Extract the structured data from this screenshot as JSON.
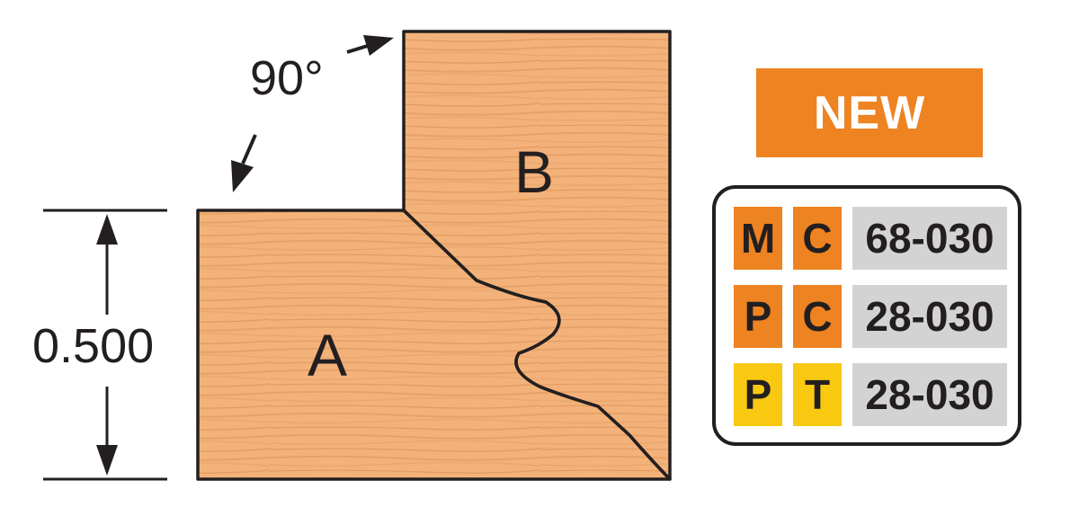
{
  "diagram": {
    "angle_label": "90°",
    "dimension_label": "0.500",
    "piece_a_label": "A",
    "piece_b_label": "B"
  },
  "badge": {
    "label": "NEW",
    "color": "#ee8322"
  },
  "colors": {
    "wood": "#f3b27a",
    "wood_grain": "#e39a5f",
    "orange_cell": "#ee8322",
    "yellow_cell": "#f9c912",
    "code_bg": "#d3d3d3",
    "ink": "#231f20"
  },
  "codes": [
    {
      "letter1": "M",
      "letter2": "C",
      "code": "68-030",
      "cell_color": "#ee8322"
    },
    {
      "letter1": "P",
      "letter2": "C",
      "code": "28-030",
      "cell_color": "#ee8322"
    },
    {
      "letter1": "P",
      "letter2": "T",
      "code": "28-030",
      "cell_color": "#f9c912"
    }
  ]
}
